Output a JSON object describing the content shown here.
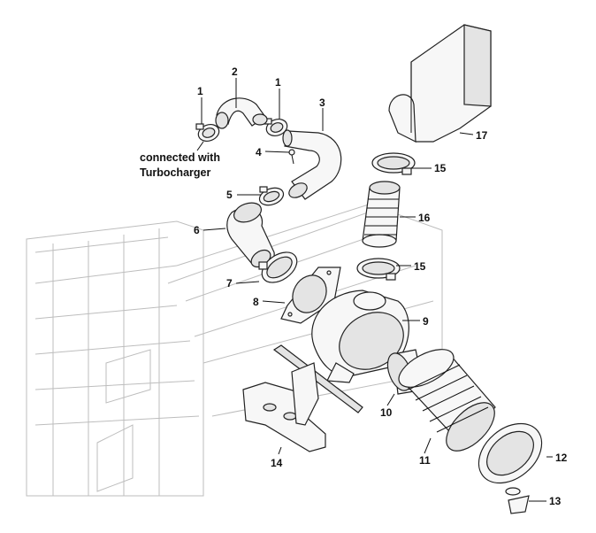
{
  "callouts": [
    "1",
    "2",
    "1",
    "3",
    "4",
    "5",
    "6",
    "7",
    "8",
    "9",
    "10",
    "11",
    "12",
    "13",
    "14",
    "15",
    "15",
    "16",
    "17"
  ],
  "note": [
    "connected with",
    "Turbocharger"
  ]
}
